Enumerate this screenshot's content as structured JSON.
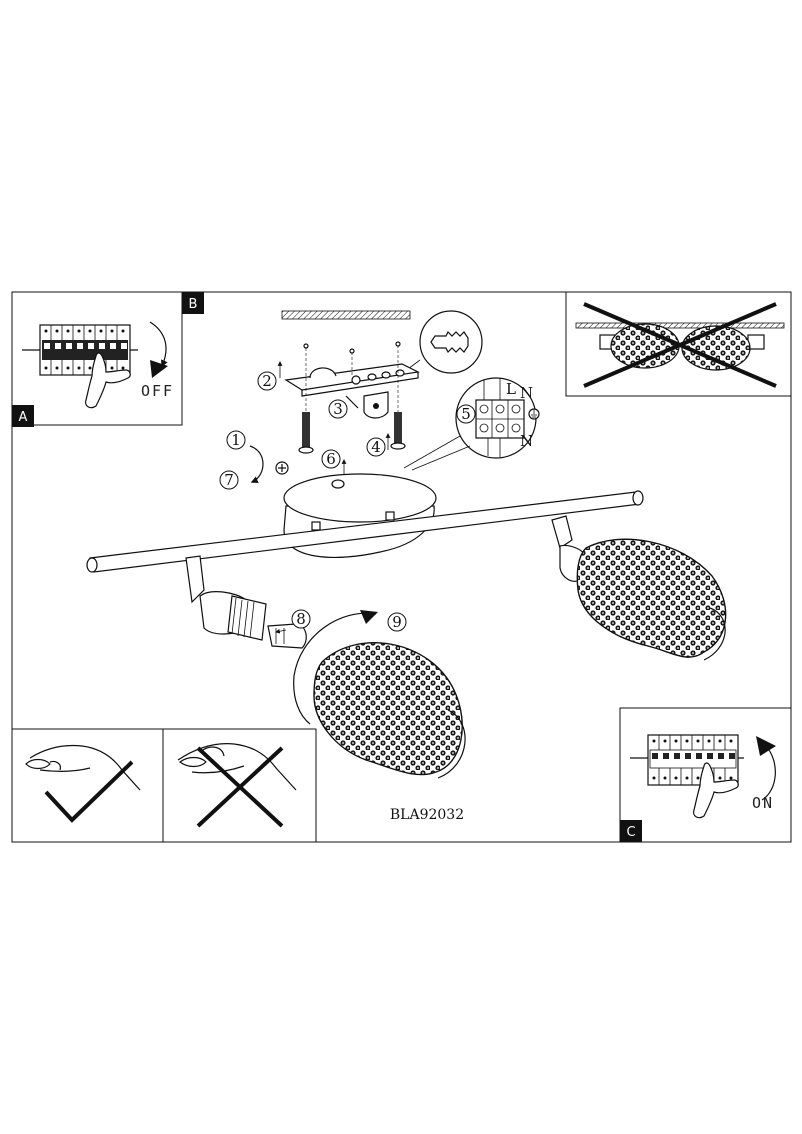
{
  "panels": {
    "a": "A",
    "b": "B",
    "c": "C"
  },
  "switch": {
    "off_label": "OFF",
    "on_label": "ON"
  },
  "steps": [
    "1",
    "2",
    "3",
    "4",
    "5",
    "6",
    "7",
    "8",
    "9"
  ],
  "terminal": {
    "l": "L",
    "n_top": "N",
    "n_bottom": "N"
  },
  "model": "BLA92032",
  "colors": {
    "line": "#111111",
    "panel_badge": "#111111",
    "background": "#ffffff"
  },
  "icons": [
    "ground-icon",
    "prohibited-cross-icon",
    "rotate-arrow-icon",
    "breaker-panel-icon",
    "hand-icon",
    "wall-plug-icon"
  ]
}
